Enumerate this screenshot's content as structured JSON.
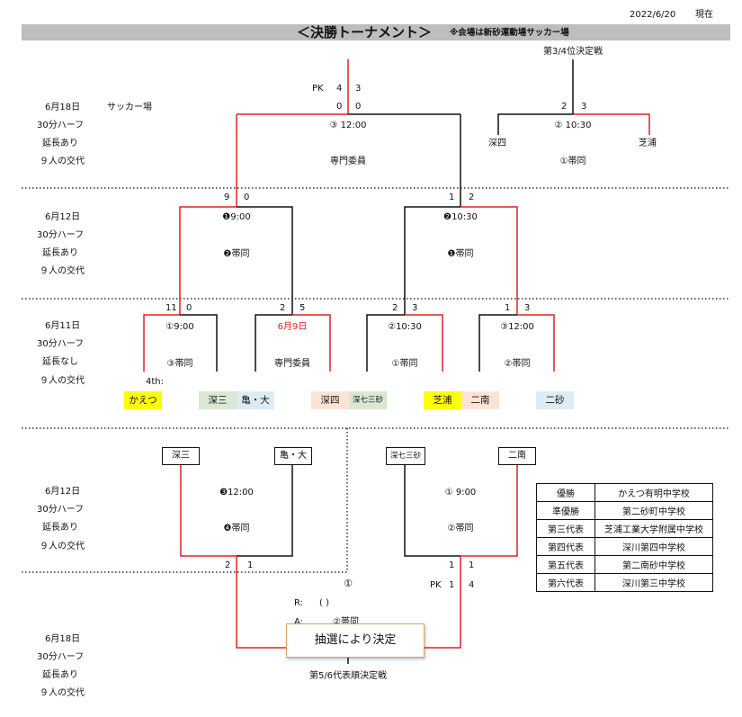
{
  "header": {
    "date": "2022/6/20",
    "status": "現在",
    "title": "＜決勝トーナメント＞",
    "note": "※会場は新砂運動場サッカー場"
  },
  "round_info": [
    {
      "date": "6月18日",
      "half": "30分ハーフ",
      "extra": "延長あり",
      "sub": "９人の交代",
      "venue": "サッカー場"
    },
    {
      "date": "6月12日",
      "half": "30分ハーフ",
      "extra": "延長あり",
      "sub": "９人の交代"
    },
    {
      "date": "6月11日",
      "half": "30分ハーフ",
      "extra": "延長なし",
      "sub": "９人の交代"
    },
    {
      "date": "6月12日",
      "half": "30分ハーフ",
      "extra": "延長あり",
      "sub": "９人の交代"
    },
    {
      "date": "6月18日",
      "half": "30分ハーフ",
      "extra": "延長あり",
      "sub": "９人の交代"
    }
  ],
  "final": {
    "pk_label": "PK",
    "pk_left": "4",
    "pk_right": "3",
    "score_left": "0",
    "score_right": "0",
    "time": "③ 12:00",
    "referee": "専門委員"
  },
  "third_place": {
    "title": "第3/4位決定戦",
    "score_left": "2",
    "score_right": "3",
    "time": "② 10:30",
    "team_left": "深四",
    "team_right": "芝浦",
    "referee": "①帯同"
  },
  "semis": [
    {
      "score_left": "9",
      "score_right": "0",
      "time": "❶9:00",
      "referee": "❷帯同"
    },
    {
      "score_left": "1",
      "score_right": "2",
      "time": "❷10:30",
      "referee": "❶帯同"
    }
  ],
  "quarters": [
    {
      "score_left": "11",
      "score_right": "0",
      "time": "①9:00",
      "referee": "③帯同"
    },
    {
      "score_left": "2",
      "score_right": "5",
      "time": "6月9日",
      "referee": "専門委員"
    },
    {
      "score_left": "2",
      "score_right": "3",
      "time": "②10:30",
      "referee": "①帯同"
    },
    {
      "score_left": "1",
      "score_right": "3",
      "time": "③12:00",
      "referee": "②帯同"
    }
  ],
  "fourth_label": "4th:",
  "schools": [
    "かえつ",
    "深三",
    "亀・大",
    "深四",
    "深七三砂",
    "芝浦",
    "二南",
    "二砂"
  ],
  "consolation": {
    "teams": [
      "深三",
      "亀・大",
      "深七三砂",
      "二南"
    ],
    "left": {
      "time": "❸12:00",
      "referee": "❹帯同",
      "score_left": "2",
      "score_right": "1"
    },
    "right": {
      "time": "① 9:00",
      "referee": "②帯同",
      "score_left": "1",
      "score_right": "1",
      "pk_label": "PK",
      "pk_left": "1",
      "pk_right": "4"
    },
    "final_num": "①",
    "r_label": "R:",
    "r_value": "(                 )",
    "a_label": "A:",
    "a_value": "②帯同",
    "title": "第5/6代表順決定戦",
    "callout": "抽選により決定"
  },
  "results": [
    {
      "rank": "優勝",
      "school": "かえつ有明中学校"
    },
    {
      "rank": "準優勝",
      "school": "第二砂町中学校"
    },
    {
      "rank": "第三代表",
      "school": "芝浦工業大学附属中学校"
    },
    {
      "rank": "第四代表",
      "school": "深川第四中学校"
    },
    {
      "rank": "第五代表",
      "school": "第二南砂中学校"
    },
    {
      "rank": "第六代表",
      "school": "深川第三中学校"
    }
  ],
  "colors": {
    "winner_line": "#e02020",
    "bracket_line": "#111111",
    "title_bar": "#bdbdbd",
    "yellow": "#ffff00",
    "green": "#d9e8d2",
    "blue": "#ddebf5",
    "peach": "#fbe3d6"
  }
}
